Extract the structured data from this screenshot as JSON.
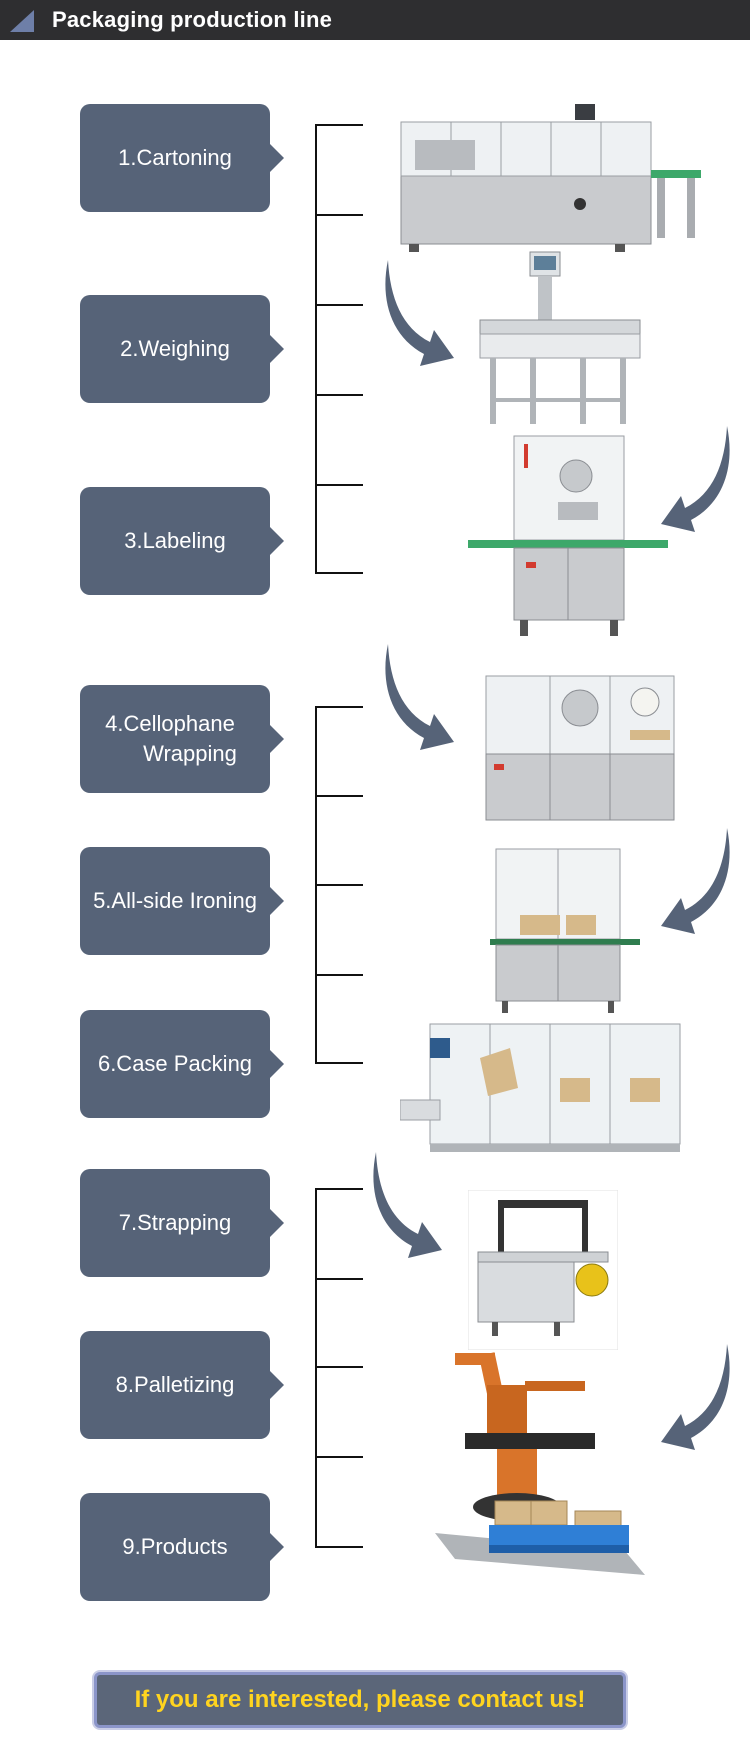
{
  "header": {
    "title": "Packaging production line",
    "icon": "triangle-icon"
  },
  "steps": [
    {
      "label": "1.Cartoning"
    },
    {
      "label": "2.Weighing"
    },
    {
      "label": "3.Labeling"
    },
    {
      "label_line1": "4.Cellophane",
      "label_line2": "Wrapping"
    },
    {
      "label": "5.All-side Ironing"
    },
    {
      "label": "6.Case Packing"
    },
    {
      "label": "7.Strapping"
    },
    {
      "label": "8.Palletizing"
    },
    {
      "label": "9.Products"
    }
  ],
  "cta": {
    "text": "If you are interested, please contact us!"
  },
  "colors": {
    "step_box": "#566378",
    "header_bg": "#2e2e30",
    "cta_bg": "#5b6679",
    "cta_text": "#ffd41f",
    "arrow": "#566378"
  }
}
